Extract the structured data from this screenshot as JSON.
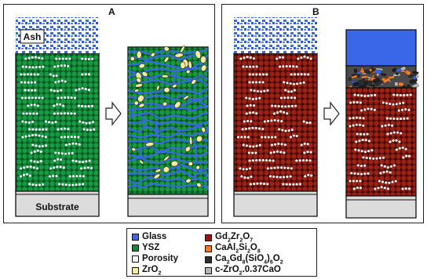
{
  "panels": [
    {
      "id": "A",
      "label": "A"
    },
    {
      "id": "B",
      "label": "B"
    }
  ],
  "labels": {
    "ash": "Ash",
    "substrate": "Substrate"
  },
  "legend": [
    {
      "key": "glass",
      "text": "Glass",
      "color": "#3a66e8"
    },
    {
      "key": "gzo",
      "text": "Gd2Zr2O7",
      "color": "#8b1a12"
    },
    {
      "key": "ysz",
      "text": "YSZ",
      "color": "#138a3a"
    },
    {
      "key": "anorthite",
      "text": "CaAl2Si2O8",
      "color": "#f07a30"
    },
    {
      "key": "porosity",
      "text": "Porosity",
      "color": "#ffffff"
    },
    {
      "key": "apatite",
      "text": "Ca2Gd8(SiO4)6O2",
      "color": "#2e2e2e"
    },
    {
      "key": "zro2",
      "text": "ZrO2",
      "color": "#f6eb9a"
    },
    {
      "key": "czro2",
      "text": "c-ZrO2.0.37CaO",
      "color": "#b4b4b4"
    }
  ],
  "colors": {
    "ysz": "#138a3a",
    "gzo": "#8b1a12",
    "glass": "#3a66e8",
    "zro2": "#f6eb9a",
    "substrate": "#d9d9d9",
    "outline": "#111111"
  },
  "icons": [
    "arrow-right-icon"
  ]
}
